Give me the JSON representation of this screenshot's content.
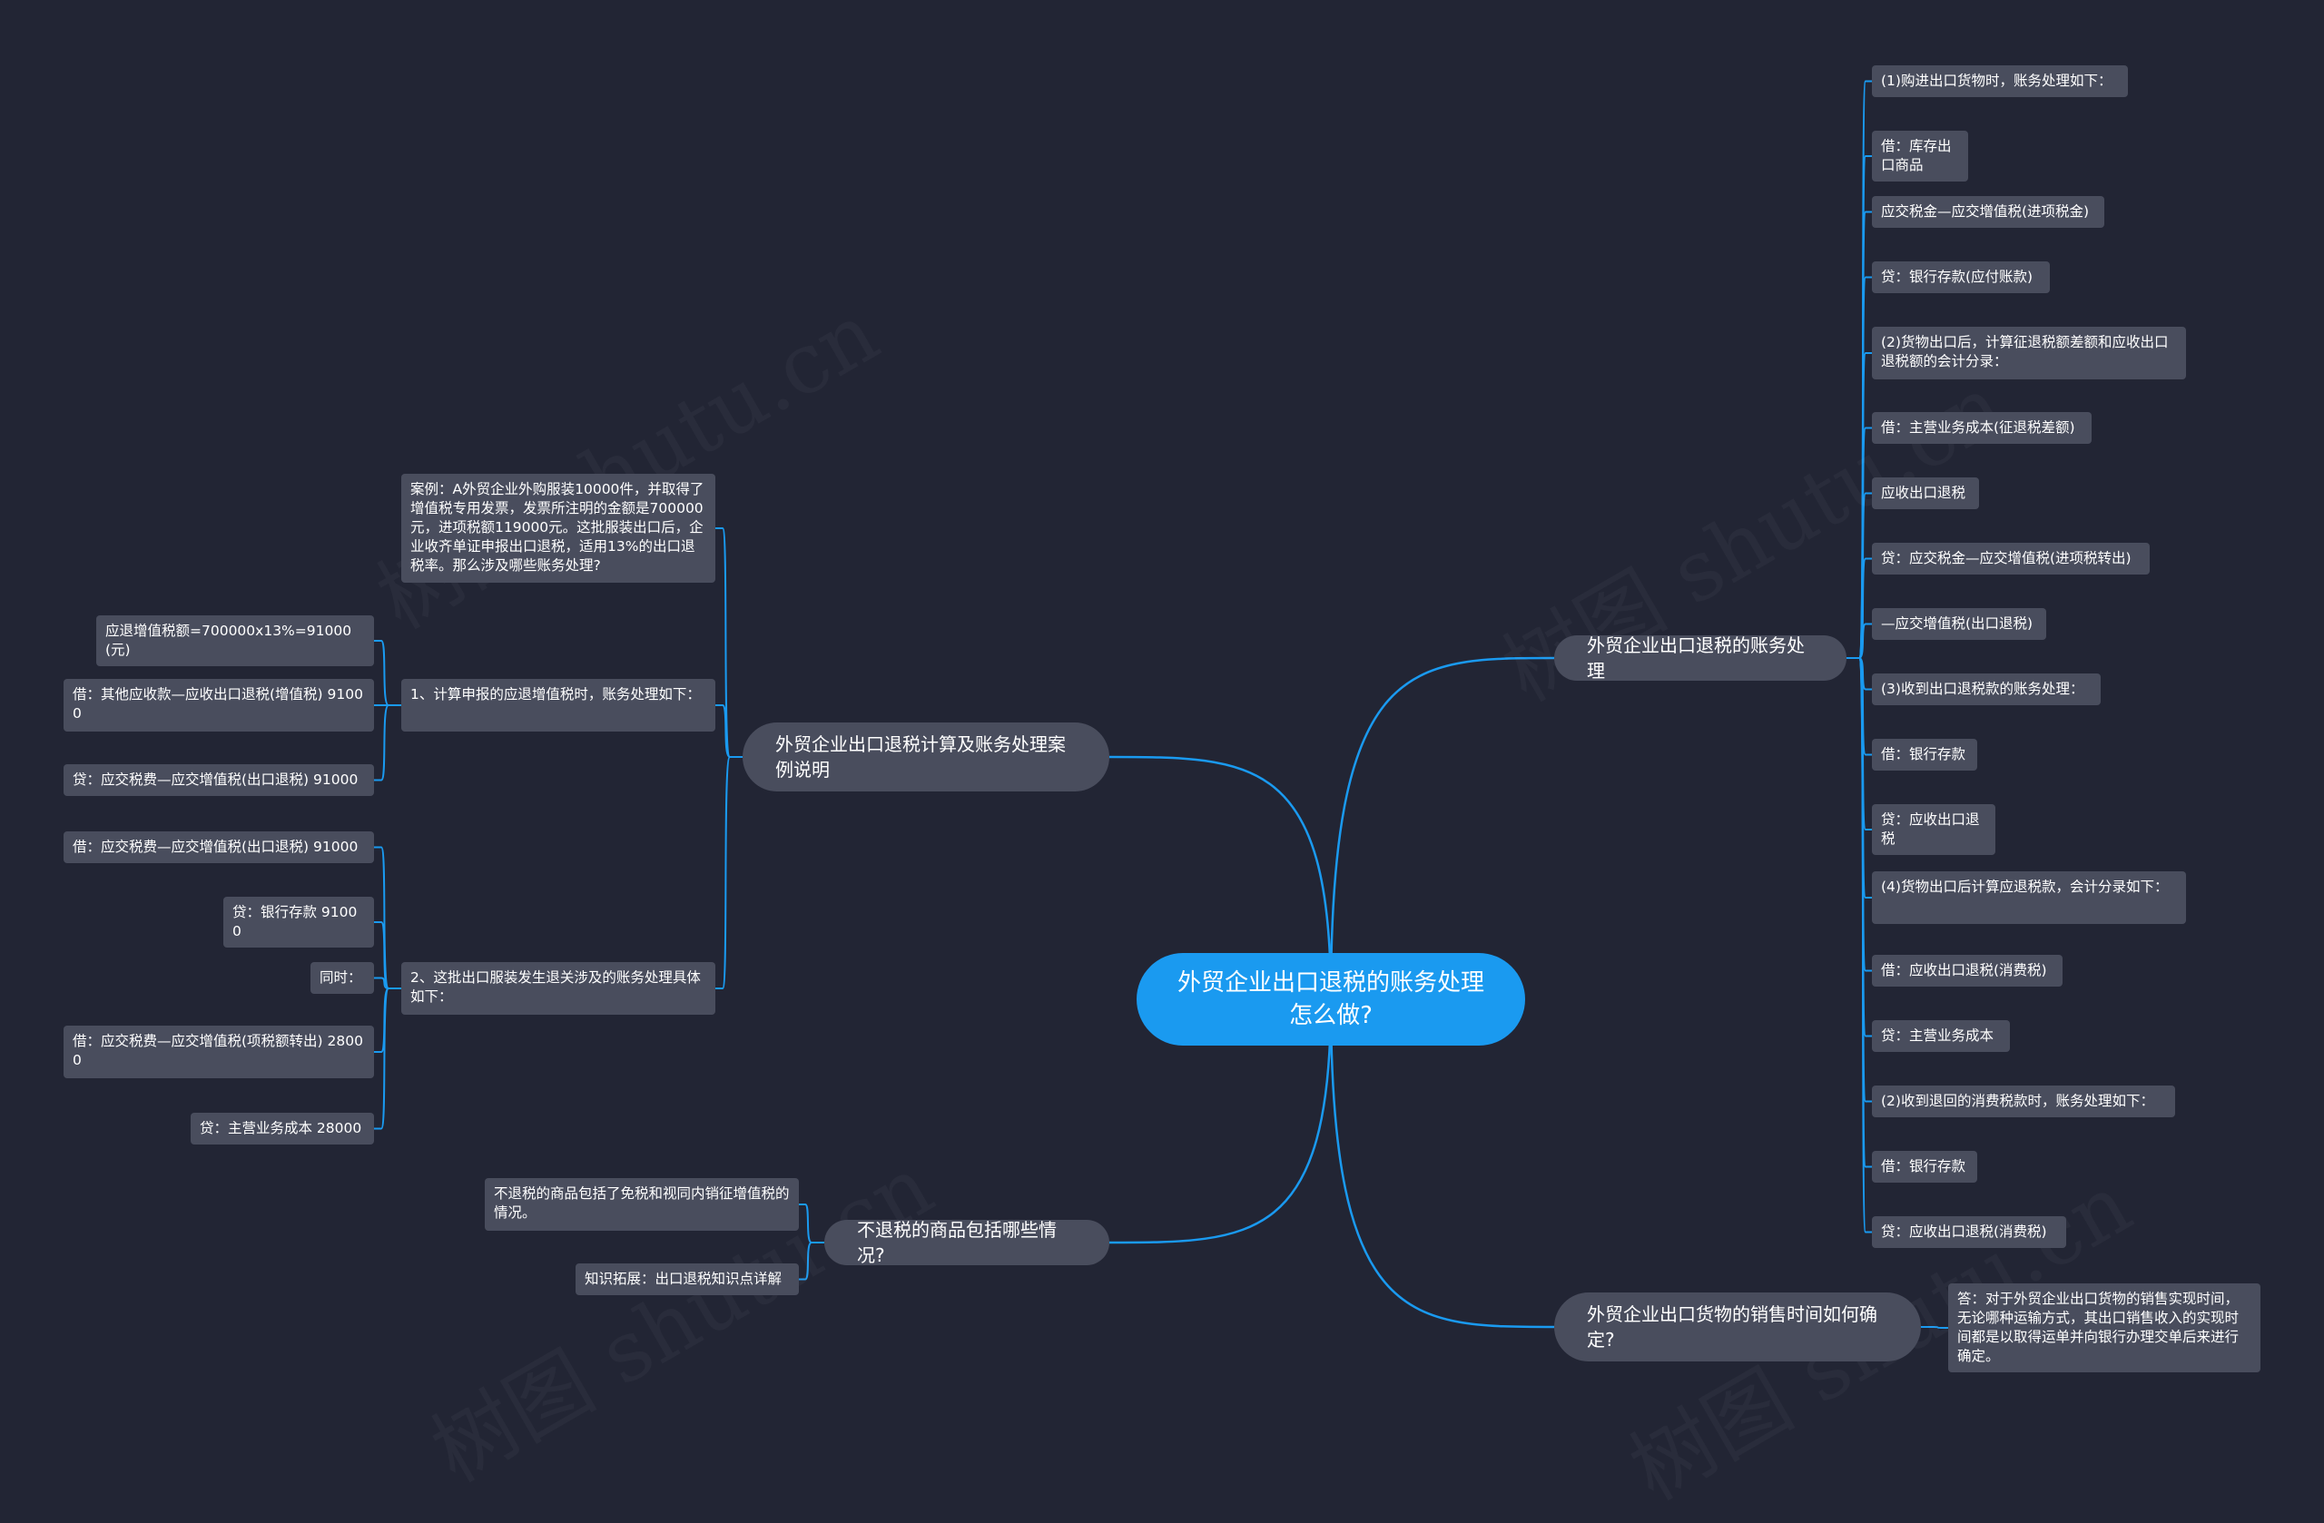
{
  "root": {
    "text": "外贸企业出口退税的账务处理怎么做?"
  },
  "branches": [
    {
      "id": "accounting",
      "text": "外贸企业出口退税的账务处理",
      "children": [
        {
          "text": "(1)购进出口货物时，账务处理如下："
        },
        {
          "text": "借：库存出口商品"
        },
        {
          "text": "应交税金—应交增值税(进项税金)"
        },
        {
          "text": "贷：银行存款(应付账款)"
        },
        {
          "text": "(2)货物出口后，计算征退税额差额和应收出口退税额的会计分录："
        },
        {
          "text": "借：主营业务成本(征退税差额)"
        },
        {
          "text": "应收出口退税"
        },
        {
          "text": "贷：应交税金—应交增值税(进项税转出)"
        },
        {
          "text": "—应交增值税(出口退税)"
        },
        {
          "text": "(3)收到出口退税款的账务处理："
        },
        {
          "text": "借：银行存款"
        },
        {
          "text": "贷：应收出口退税"
        },
        {
          "text": "(4)货物出口后计算应退税款，会计分录如下："
        },
        {
          "text": "借：应收出口退税(消费税)"
        },
        {
          "text": "贷：主营业务成本"
        },
        {
          "text": "(2)收到退回的消费税款时，账务处理如下："
        },
        {
          "text": "借：银行存款"
        },
        {
          "text": "贷：应收出口退税(消费税)"
        }
      ]
    },
    {
      "id": "sales-time",
      "text": "外贸企业出口货物的销售时间如何确定?",
      "children": [
        {
          "text": "答：对于外贸企业出口货物的销售实现时间，无论哪种运输方式，其出口销售收入的实现时间都是以取得运单并向银行办理交单后来进行确定。"
        }
      ]
    },
    {
      "id": "case",
      "text": "外贸企业出口退税计算及账务处理案例说明",
      "children": [
        {
          "text": "案例：A外贸企业外购服装10000件，并取得了增值税专用发票，发票所注明的金额是700000元，进项税额119000元。这批服装出口后，企业收齐单证申报出口退税，适用13%的出口退税率。那么涉及哪些账务处理?"
        },
        {
          "text": "1、计算申报的应退增值税时，账务处理如下：",
          "children": [
            {
              "text": "应退增值税额=700000x13%=91000(元)"
            },
            {
              "text": "借：其他应收款—应收出口退税(增值税) 91000"
            },
            {
              "text": "贷：应交税费—应交增值税(出口退税) 91000"
            }
          ]
        },
        {
          "text": "2、这批出口服装发生退关涉及的账务处理具体如下：",
          "children": [
            {
              "text": "借：应交税费—应交增值税(出口退税) 91000"
            },
            {
              "text": "贷：银行存款 91000"
            },
            {
              "text": "同时："
            },
            {
              "text": "借：应交税费—应交增值税(项税额转出) 28000"
            },
            {
              "text": "贷：主营业务成本 28000"
            }
          ]
        }
      ]
    },
    {
      "id": "no-refund",
      "text": "不退税的商品包括哪些情况?",
      "children": [
        {
          "text": "不退税的商品包括了免税和视同内销征增值税的情况。"
        },
        {
          "text": "知识拓展：出口退税知识点详解"
        }
      ]
    }
  ],
  "watermark": "树图 shutu.cn",
  "colors": {
    "background": "#222534",
    "root": "#1a9af0",
    "node": "#494d5d",
    "line": "#1a9af0",
    "text": "#ffffff"
  }
}
